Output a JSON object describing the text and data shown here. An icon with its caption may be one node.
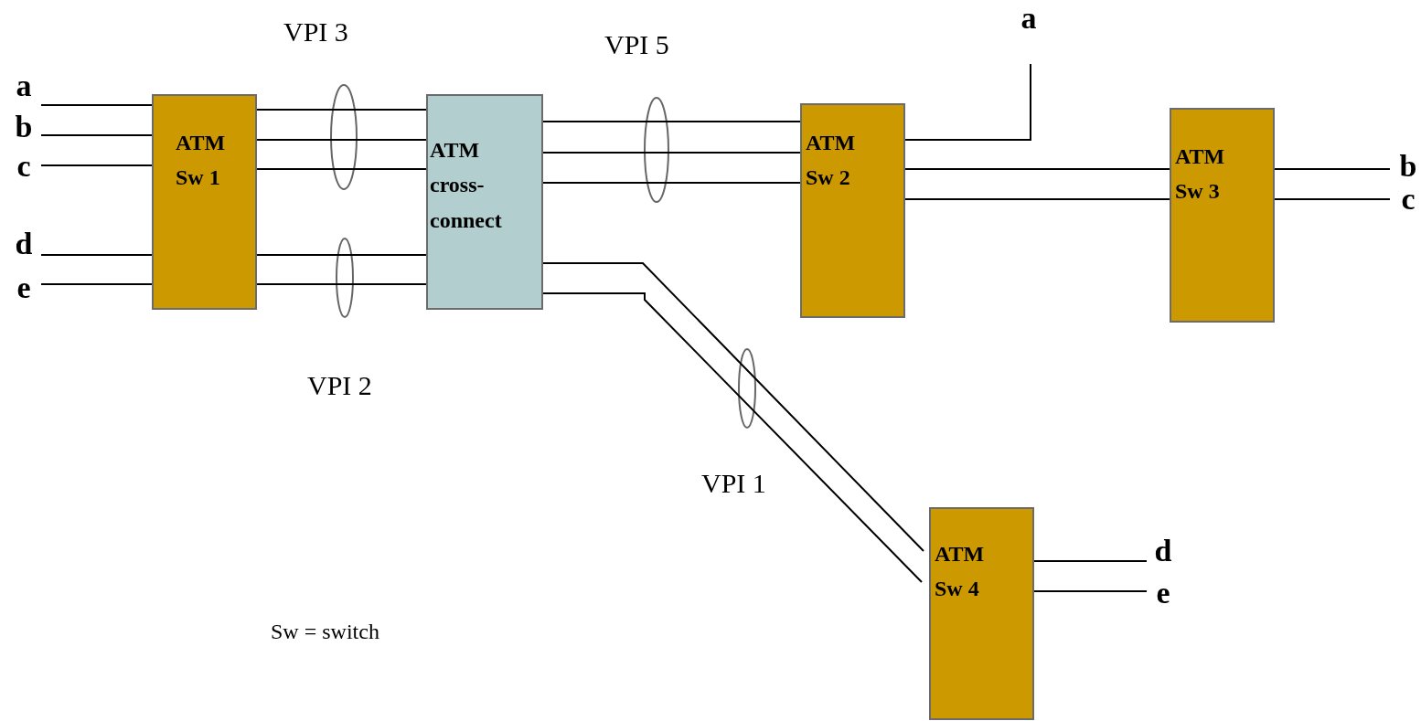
{
  "diagram": {
    "nodes": [
      {
        "text": [
          "a"
        ]
      },
      {
        "text": [
          "b"
        ]
      },
      {
        "text": [
          "c"
        ]
      },
      {
        "text": [
          "d"
        ]
      },
      {
        "text": [
          "e"
        ]
      },
      {
        "text": [
          "ATM Sw 1"
        ]
      },
      {
        "text": [
          "ATM cross-connect"
        ]
      },
      {
        "text": [
          "a"
        ]
      },
      {
        "text": [
          "ATM Sw 2"
        ]
      },
      {
        "text": [
          "ATM Sw 3"
        ]
      },
      {
        "text": [
          "b"
        ]
      },
      {
        "text": [
          "c"
        ]
      },
      {
        "text": [
          "ATM Sw 4"
        ]
      },
      {
        "text": [
          "d"
        ]
      },
      {
        "text": [
          "e"
        ]
      }
    ],
    "edges": [
      {
        "from": 0,
        "to": 5,
        "arrow": "none"
      },
      {
        "from": 1,
        "to": 5,
        "arrow": "none"
      },
      {
        "from": 2,
        "to": 5,
        "arrow": "none"
      },
      {
        "from": 3,
        "to": 5,
        "arrow": "none"
      },
      {
        "from": 4,
        "to": 5,
        "arrow": "none"
      },
      {
        "from": 5,
        "to": 6,
        "arrow": "none"
      },
      {
        "from": 5,
        "to": 6,
        "arrow": "none"
      },
      {
        "from": 5,
        "to": 6,
        "arrow": "none"
      },
      {
        "from": 5,
        "to": 6,
        "arrow": "none"
      },
      {
        "from": 5,
        "to": 6,
        "arrow": "none"
      },
      {
        "from": 6,
        "to": 8,
        "arrow": "none"
      },
      {
        "from": 6,
        "to": 8,
        "arrow": "none"
      },
      {
        "from": 6,
        "to": 8,
        "arrow": "none"
      },
      {
        "from": 6,
        "to": 12,
        "arrow": "none"
      },
      {
        "from": 6,
        "to": 12,
        "arrow": "none"
      },
      {
        "from": 8,
        "to": 7,
        "arrow": "none"
      },
      {
        "from": 8,
        "to": 9,
        "arrow": "none"
      },
      {
        "from": 8,
        "to": 9,
        "arrow": "none"
      },
      {
        "from": 9,
        "to": 10,
        "arrow": "none"
      },
      {
        "from": 9,
        "to": 11,
        "arrow": "none"
      },
      {
        "from": 12,
        "to": 13,
        "arrow": "none"
      },
      {
        "from": 12,
        "to": 14,
        "arrow": "none"
      }
    ],
    "labels": [
      "VPI 3",
      "VPI 5",
      "VPI 2",
      "VPI 1",
      "Sw = switch"
    ]
  }
}
